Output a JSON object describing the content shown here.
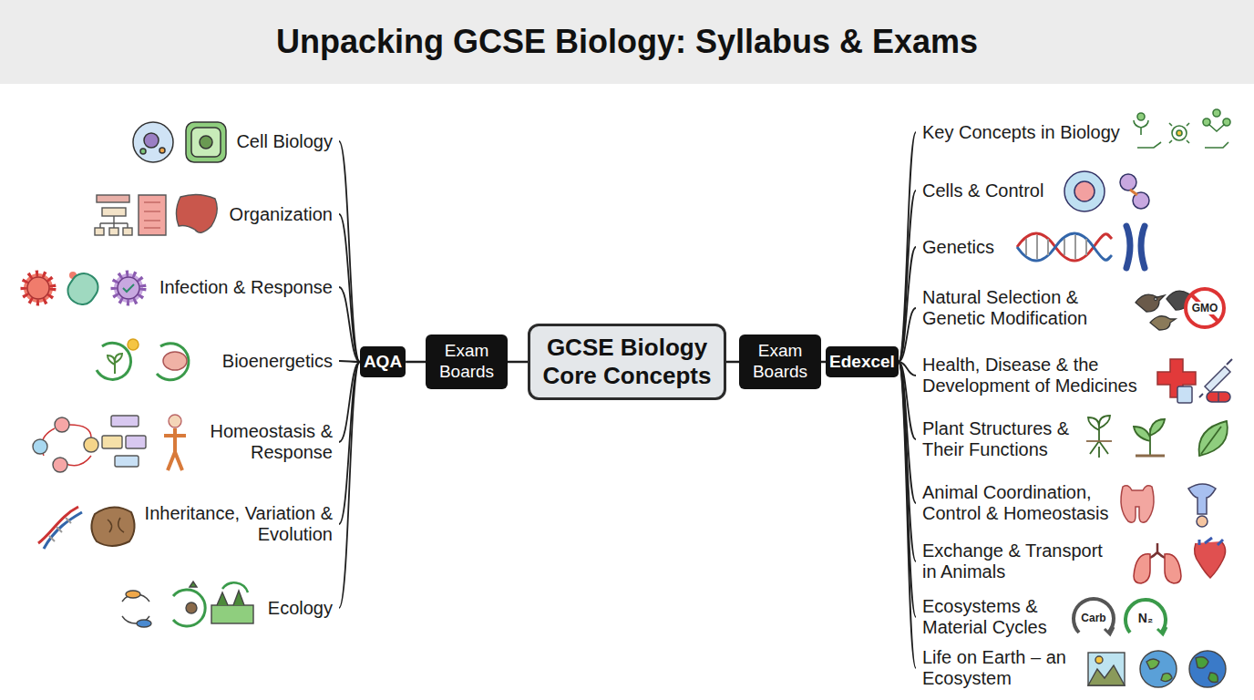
{
  "diagram": {
    "title": "Unpacking GCSE Biology: Syllabus & Exams",
    "nodes": [
      {
        "text": [
          "GCSE Biology Core Concepts"
        ]
      },
      {
        "text": [
          "Exam Boards"
        ]
      },
      {
        "text": [
          "AQA"
        ]
      },
      {
        "text": [
          "Exam Boards"
        ]
      },
      {
        "text": [
          "Edexcel"
        ]
      },
      {
        "text": [
          "Cell Biology"
        ]
      },
      {
        "text": [
          "Organization"
        ]
      },
      {
        "text": [
          "Infection & Response"
        ]
      },
      {
        "text": [
          "Bioenergetics"
        ]
      },
      {
        "text": [
          "Homeostasis & Response"
        ]
      },
      {
        "text": [
          "Inheritance, Variation & Evolution"
        ]
      },
      {
        "text": [
          "Ecology"
        ]
      },
      {
        "text": [
          "Key Concepts in Biology"
        ]
      },
      {
        "text": [
          "Cells & Control"
        ]
      },
      {
        "text": [
          "Genetics"
        ]
      },
      {
        "text": [
          "Natural Selection & Genetic Modification"
        ]
      },
      {
        "text": [
          "Health, Disease & the Development of Medicines"
        ]
      },
      {
        "text": [
          "Plant Structures & Their Functions"
        ]
      },
      {
        "text": [
          "Animal Coordination, Control & Homeostasis"
        ]
      },
      {
        "text": [
          "Exchange & Transport in Animals"
        ]
      },
      {
        "text": [
          "Ecosystems & Material Cycles"
        ]
      },
      {
        "text": [
          "Life on Earth – an Ecosystem"
        ]
      }
    ],
    "edges": [
      {
        "from": 0,
        "to": 1,
        "arrow": "none"
      },
      {
        "from": 1,
        "to": 2,
        "arrow": "none"
      },
      {
        "from": 0,
        "to": 3,
        "arrow": "none"
      },
      {
        "from": 3,
        "to": 4,
        "arrow": "none"
      },
      {
        "from": 2,
        "to": 5,
        "arrow": "none"
      },
      {
        "from": 2,
        "to": 6,
        "arrow": "none"
      },
      {
        "from": 2,
        "to": 7,
        "arrow": "none"
      },
      {
        "from": 2,
        "to": 8,
        "arrow": "none"
      },
      {
        "from": 2,
        "to": 9,
        "arrow": "none"
      },
      {
        "from": 2,
        "to": 10,
        "arrow": "none"
      },
      {
        "from": 2,
        "to": 11,
        "arrow": "none"
      },
      {
        "from": 4,
        "to": 12,
        "arrow": "none"
      },
      {
        "from": 4,
        "to": 13,
        "arrow": "none"
      },
      {
        "from": 4,
        "to": 14,
        "arrow": "none"
      },
      {
        "from": 4,
        "to": 15,
        "arrow": "none"
      },
      {
        "from": 4,
        "to": 16,
        "arrow": "none"
      },
      {
        "from": 4,
        "to": 17,
        "arrow": "none"
      },
      {
        "from": 4,
        "to": 18,
        "arrow": "none"
      },
      {
        "from": 4,
        "to": 19,
        "arrow": "none"
      },
      {
        "from": 4,
        "to": 20,
        "arrow": "none"
      },
      {
        "from": 4,
        "to": 21,
        "arrow": "none"
      }
    ],
    "labels": [
      "GMO",
      "Carb",
      "N₂"
    ]
  }
}
